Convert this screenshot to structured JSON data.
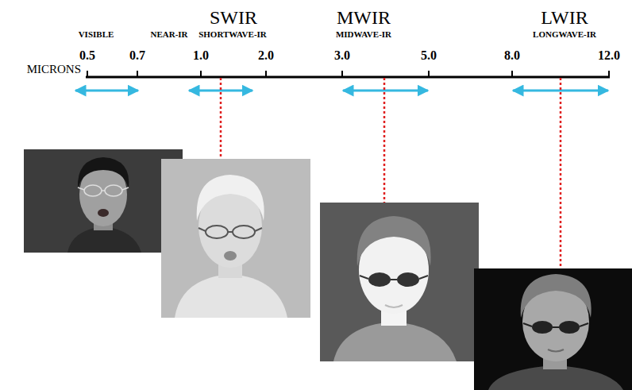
{
  "diagram": {
    "labels": [
      "SWIR",
      "MWIR",
      "LWIR",
      "VISIBLE",
      "NEAR-IR",
      "SHORTWAVE-IR",
      "MIDWAVE-IR",
      "LONGWAVE-IR",
      "0.5",
      "0.7",
      "1.0",
      "2.0",
      "3.0",
      "5.0",
      "8.0",
      "12.0",
      "MICRONS"
    ]
  }
}
